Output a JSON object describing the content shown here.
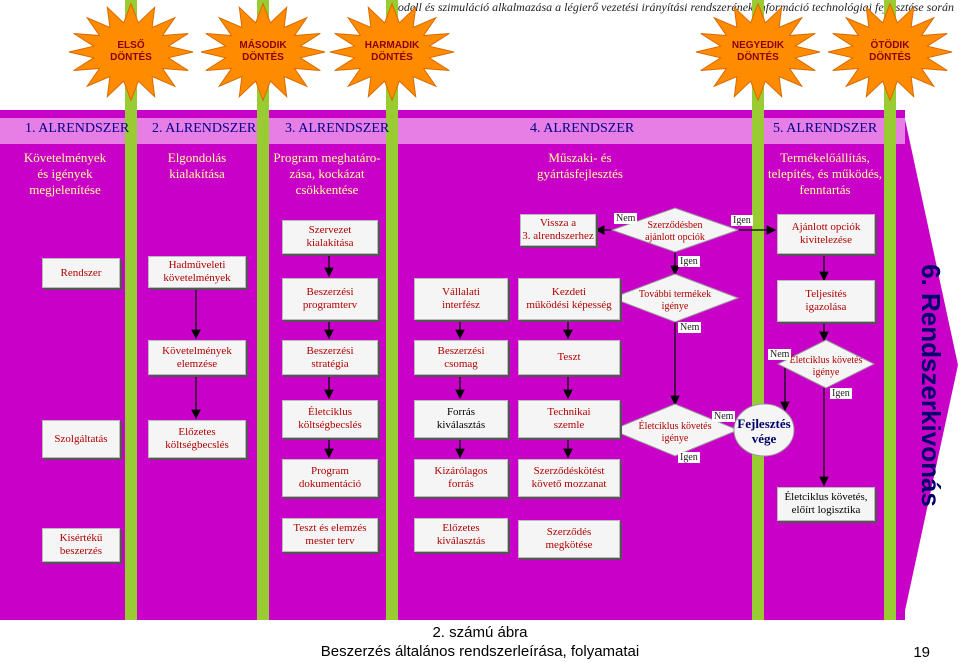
{
  "header": {
    "title": "Modell és szimuláció alkalmazása a légierő vezetési irányítási rendszerének információ technológiai fejlesztése során"
  },
  "decisions": [
    "ELSŐ\nDÖNTÉS",
    "MÁSODIK\nDÖNTÉS",
    "HARMADIK\nDÖNTÉS",
    "NEGYEDIK\nDÖNTÉS",
    "ÖTÖDIK\nDÖNTÉS"
  ],
  "subsystems": [
    {
      "title": "1. ALRENDSZER",
      "desc": "Követelmények\nés igények\nmegjelenítése"
    },
    {
      "title": "2. ALRENDSZER",
      "desc": "Elgondolás\nkialakítása"
    },
    {
      "title": "3. ALRENDSZER",
      "desc": "Program meghatáro-\nzása, kockázat\ncsökkentése"
    },
    {
      "title": "4. ALRENDSZER",
      "desc": "Műszaki- és\ngyártásfejlesztés"
    },
    {
      "title": "5. ALRENDSZER",
      "desc": "Termékelőállítás,\ntelepítés, és működés,\nfenntartás"
    }
  ],
  "phase6": "6. Rendszerkivonás",
  "boxes": {
    "rendszer": "Rendszer",
    "szolgaltatas": "Szolgáltatás",
    "kiserteku": "Kisértékű\nbeszerzés",
    "hadmuveleti": "Hadműveleti\nkövetelmények",
    "kov_elemzes": "Követelmények\nelemzése",
    "elozetes_kolts": "Előzetes\nköltségbecslés",
    "szervezet": "Szervezet\nkialakítása",
    "besz_program": "Beszerzési\nprogramterv",
    "besz_strategia": "Beszerzési\nstratégia",
    "eletciklus_kolts": "Életciklus\nköltségbecslés",
    "program_dok": "Program\ndokumentáció",
    "teszt_mester": "Teszt és elemzés\nmester terv",
    "vallalati": "Vállalati\ninterfész",
    "besz_csomag": "Beszerzési\ncsomag",
    "forras_kiv": "Forrás\nkiválasztás",
    "kizarolagos": "Kizárólagos\nforrás",
    "elozetes_kiv": "Előzetes\nkiválasztás",
    "vissza": "Vissza a\n3. alrendszerhez",
    "kezdeti": "Kezdeti\nműködési képesség",
    "teszt": "Teszt",
    "technikai": "Technikai\nszemle",
    "szerz_kovetes": "Szerződéskötést\nkövető mozzanat",
    "szerz_megkotes": "Szerződés\nmegkötése",
    "ajanlott": "Ajánlott opciók\nkivitelezése",
    "teljesites": "Teljesítés\nigazolása",
    "eletciklus_logisztika": "Életciklus követés,\nelőírt logisztika"
  },
  "diamonds": {
    "szerzodesben": "Szerződésben\najánlott opciók",
    "tovabbi": "További termékek\nigénye",
    "eletciklus_kov1": "Életciklus követés\nigénye",
    "eletciklus_kov2": "Életciklus követés\nigénye"
  },
  "end": "Fejlesztés\nvége",
  "labels": {
    "nem": "Nem",
    "igen": "Igen"
  },
  "caption": {
    "line1": "2. számú ábra",
    "line2": "Beszerzés általános rendszerleírása, folyamatai",
    "page": "19"
  },
  "colors": {
    "band": "#c800c8",
    "pole": "#99cc33",
    "star": "#ff8c00",
    "box_text": "#b00000",
    "subsystem_title": "#00008b"
  }
}
